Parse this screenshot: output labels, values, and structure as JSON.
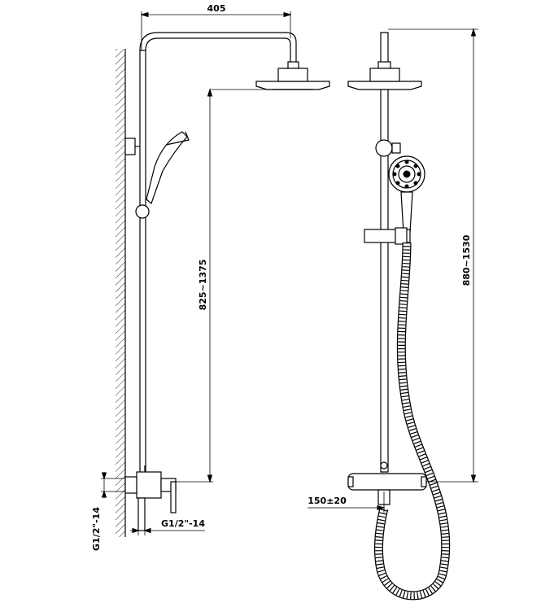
{
  "dimensions": {
    "head_width": "405",
    "height_left": "825~1375",
    "height_right": "880~1530",
    "inlet_left": "G1/2\"-14",
    "inlet_bottom": "G1/2\"-14",
    "inlet_spacing": "150±20"
  }
}
